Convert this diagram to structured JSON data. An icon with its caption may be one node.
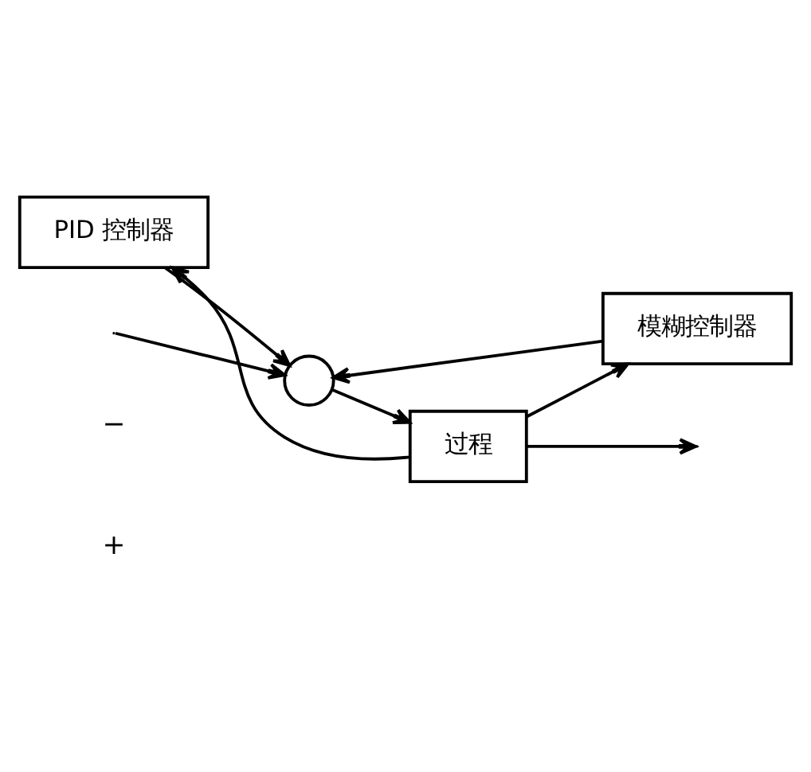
{
  "diagram": {
    "nodes": [
      {
        "text": [
          "PID 控制器"
        ]
      },
      {
        "text": [],
        "shape": "circle"
      },
      {
        "text": [
          "过程"
        ]
      },
      {
        "text": [
          "模糊控制器"
        ]
      }
    ],
    "edges": [
      {
        "from": 0,
        "to": 1,
        "arrow": "to"
      },
      {
        "from": 3,
        "to": 1,
        "arrow": "to"
      },
      {
        "from": null,
        "to": 1,
        "arrow": "to"
      },
      {
        "from": 1,
        "to": 2,
        "arrow": "to"
      },
      {
        "from": 2,
        "to": null,
        "arrow": "to"
      },
      {
        "from": 2,
        "to": 0,
        "arrow": "to"
      },
      {
        "from": 2,
        "to": 3,
        "arrow": "to"
      }
    ],
    "labels": [
      "−",
      "+"
    ]
  }
}
